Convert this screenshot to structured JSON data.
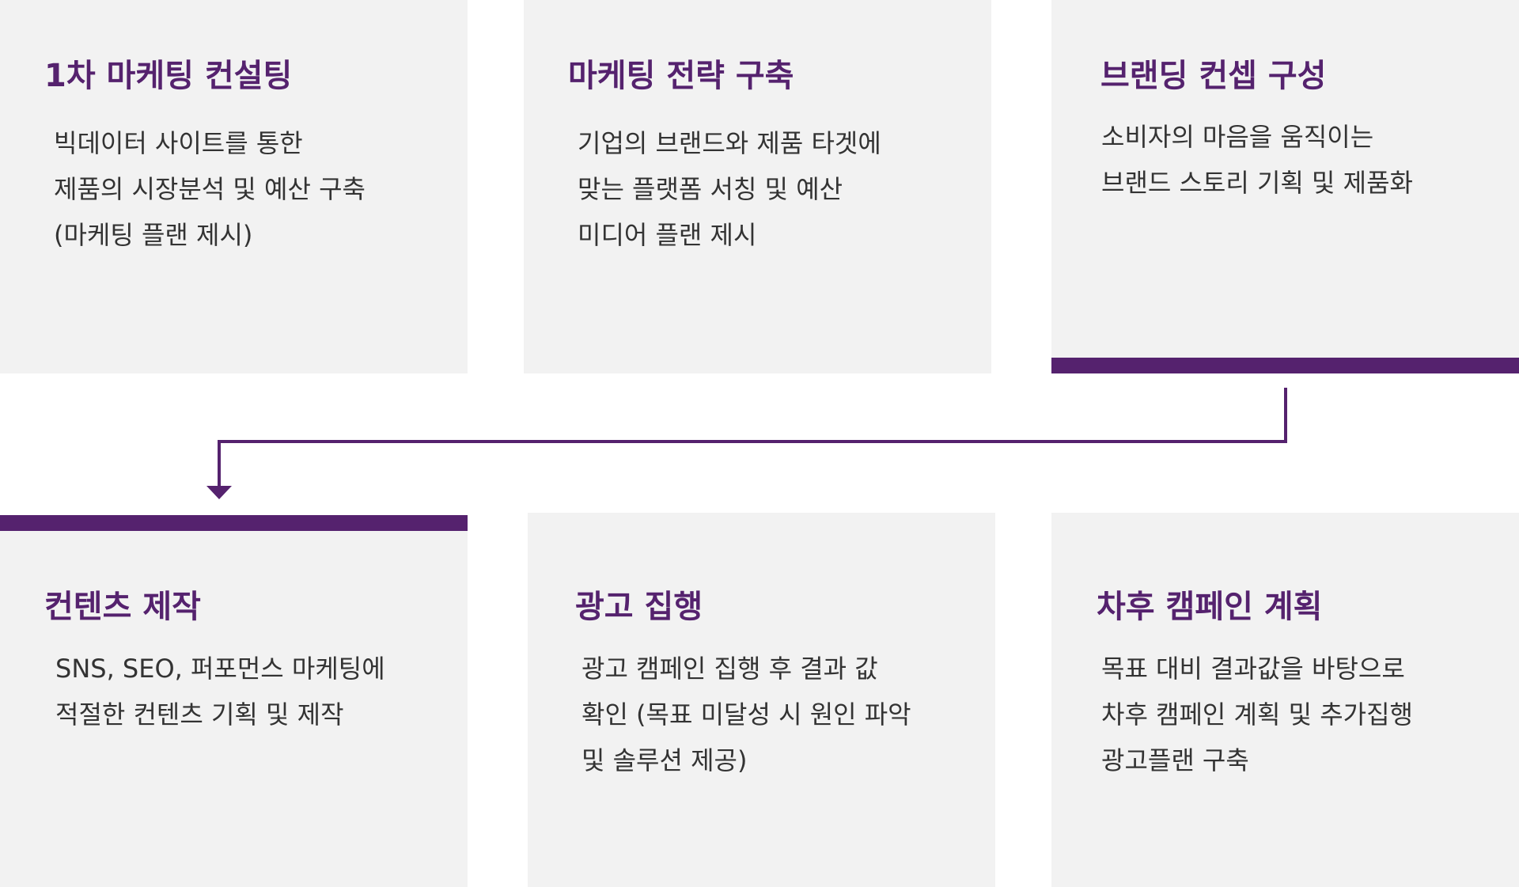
{
  "accent_color": "#55226e",
  "card_background": "#f2f2f2",
  "steps": [
    {
      "title": "1차 마케팅 컨설팅",
      "lines": [
        "빅데이터 사이트를 통한",
        "제품의 시장분석 및 예산 구축",
        "(마케팅 플랜 제시)"
      ]
    },
    {
      "title": "마케팅 전략 구축",
      "lines": [
        "기업의 브랜드와 제품 타겟에",
        "맞는 플랫폼 서칭 및 예산",
        "미디어 플랜 제시"
      ]
    },
    {
      "title": "브랜딩 컨셉 구성",
      "lines": [
        "소비자의 마음을 움직이는",
        "브랜드 스토리 기획 및 제품화"
      ]
    },
    {
      "title": "컨텐츠 제작",
      "lines": [
        "SNS, SEO, 퍼포먼스 마케팅에",
        "적절한 컨텐츠 기획 및 제작"
      ]
    },
    {
      "title": "광고 집행",
      "lines": [
        "광고 캠페인 집행 후 결과 값",
        "확인 (목표 미달성 시 원인 파악",
        "및 솔루션 제공)"
      ]
    },
    {
      "title": "차후 캠페인 계획",
      "lines": [
        "목표 대비 결과값을 바탕으로",
        "차후 캠페인 계획 및 추가집행",
        "광고플랜 구축"
      ]
    }
  ]
}
